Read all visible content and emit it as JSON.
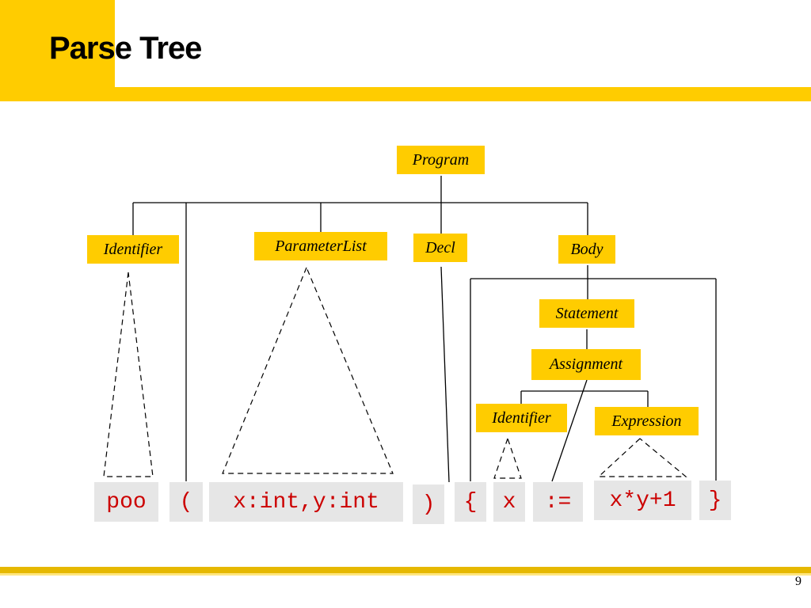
{
  "slide": {
    "title": "Parse Tree",
    "page_number": "9",
    "colors": {
      "accent": "#FFCC00",
      "token_bg": "#E6E6E6",
      "token_text": "#CC0000"
    }
  },
  "tree": {
    "nodes": {
      "program": "Program",
      "identifier": "Identifier",
      "parameter_list": "ParameterList",
      "decl": "Decl",
      "body": "Body",
      "statement": "Statement",
      "assignment": "Assignment",
      "identifier_inner": "Identifier",
      "expression": "Expression"
    },
    "tokens": {
      "poo": "poo",
      "lparen": "(",
      "params": "x:int,y:int",
      "rparen": ")",
      "lbrace": "{",
      "x": "x",
      "assign": ":=",
      "expr": "x*y+1",
      "rbrace": "}"
    }
  }
}
